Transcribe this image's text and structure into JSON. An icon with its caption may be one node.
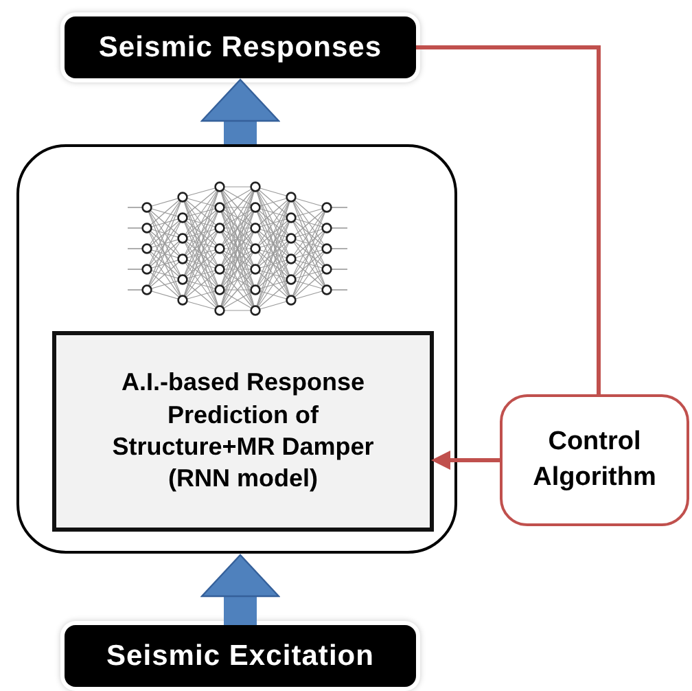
{
  "diagram": {
    "nodes": [
      {
        "text": [
          "Seismic Responses"
        ]
      },
      {
        "text": [],
        "shape": "box"
      },
      {
        "text": [
          "A.I.-based Response Prediction of Structure+MR Damper (RNN model)"
        ],
        "in": 1
      },
      {
        "text": [
          "Control Algorithm"
        ]
      },
      {
        "text": [
          "Seismic Excitation"
        ]
      }
    ],
    "edges": [
      {
        "from": 4,
        "to": 1,
        "arrow": "to",
        "style": "thick",
        "color": "#4f81bd"
      },
      {
        "from": 1,
        "to": 0,
        "arrow": "to",
        "style": "thick",
        "color": "#4f81bd"
      },
      {
        "from": 0,
        "to": 3,
        "arrow": "none",
        "color": "#c0504d"
      },
      {
        "from": 3,
        "to": 2,
        "arrow": "to",
        "color": "#c0504d"
      }
    ]
  }
}
